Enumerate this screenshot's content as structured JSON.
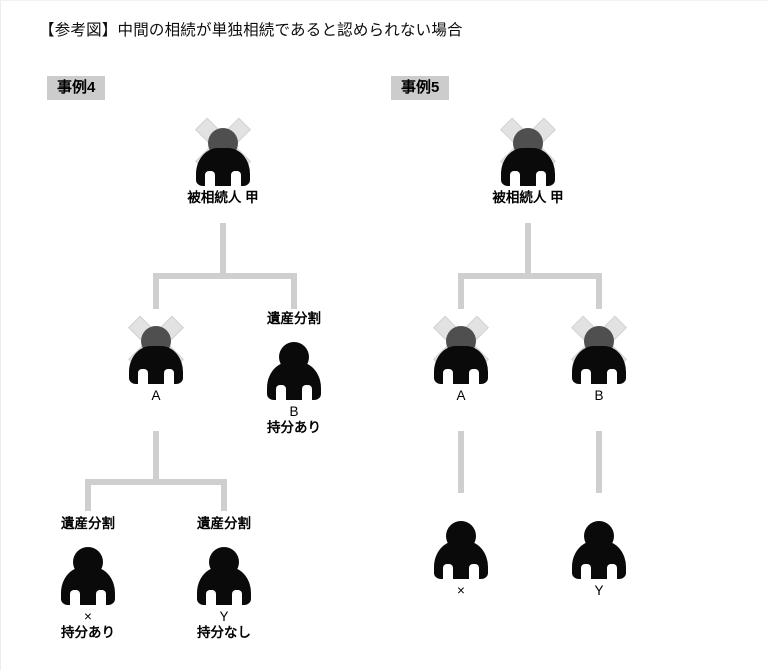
{
  "page": {
    "title": "【参考図】中間の相続が単独相続であると認められない場合",
    "background_color": "#ffffff",
    "connector_color": "#cfcfcf",
    "badge_color": "#cccccc",
    "deceased_head_color": "#4f4f4f",
    "living_head_color": "#0a0a0a",
    "cross_color": "#e2e2e2"
  },
  "cases": [
    {
      "badge": "事例4",
      "nodes": {
        "root": {
          "name": "被相続人 甲",
          "note": "",
          "above": "",
          "deceased": true
        },
        "child_a": {
          "name": "A",
          "note": "",
          "above": "",
          "deceased": true
        },
        "child_b": {
          "name": "B",
          "note": "持分あり",
          "above": "遺産分割",
          "deceased": false
        },
        "gchild_x": {
          "name": "×",
          "note": "持分あり",
          "above": "遺産分割",
          "deceased": false
        },
        "gchild_y": {
          "name": "Y",
          "note": "持分なし",
          "above": "遺産分割",
          "deceased": false
        }
      }
    },
    {
      "badge": "事例5",
      "nodes": {
        "root": {
          "name": "被相続人 甲",
          "note": "",
          "above": "",
          "deceased": true
        },
        "child_a": {
          "name": "A",
          "note": "",
          "above": "",
          "deceased": true
        },
        "child_b": {
          "name": "B",
          "note": "",
          "above": "",
          "deceased": true
        },
        "gchild_x": {
          "name": "×",
          "note": "",
          "above": "",
          "deceased": false
        },
        "gchild_y": {
          "name": "Y",
          "note": "",
          "above": "",
          "deceased": false
        }
      }
    }
  ]
}
